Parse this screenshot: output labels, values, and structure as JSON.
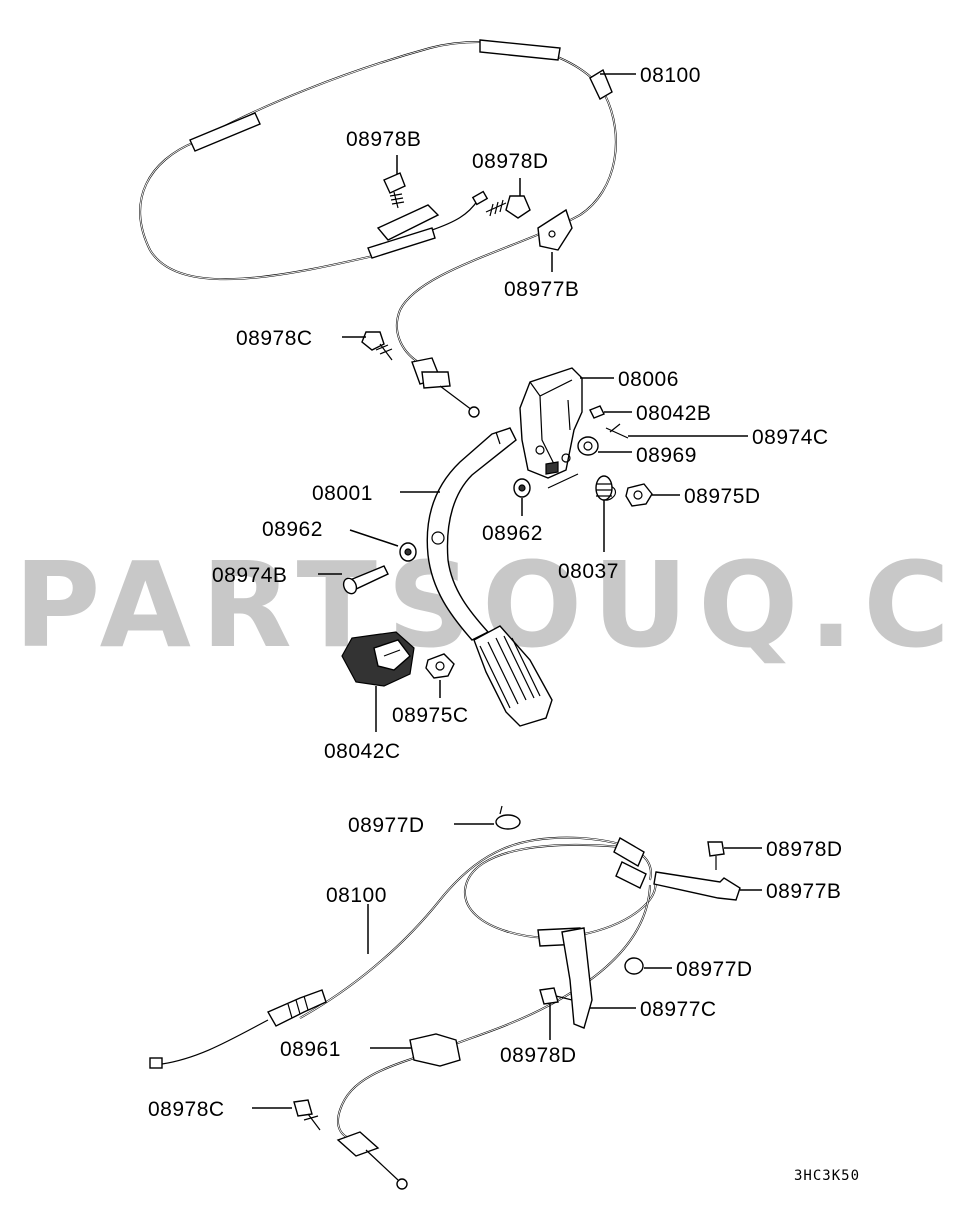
{
  "watermark": "PARTSOUQ.COM",
  "diagram_code": "3HC3K50",
  "labels": {
    "top_08100": "08100",
    "top_08978B": "08978B",
    "top_08978D": "08978D",
    "top_08977B": "08977B",
    "top_08978C": "08978C",
    "l_08006": "08006",
    "l_08042B": "08042B",
    "l_08974C": "08974C",
    "l_08969": "08969",
    "l_08001": "08001",
    "l_08975D": "08975D",
    "l_08962_left": "08962",
    "l_08962_right": "08962",
    "l_08037": "08037",
    "l_08974B": "08974B",
    "l_08975C": "08975C",
    "l_08042C": "08042C",
    "bot_08977D_top": "08977D",
    "bot_08978D_right": "08978D",
    "bot_08100": "08100",
    "bot_08977B": "08977B",
    "bot_08977D_mid": "08977D",
    "bot_08977C": "08977C",
    "bot_08961": "08961",
    "bot_08978D_mid": "08978D",
    "bot_08978C": "08978C"
  }
}
